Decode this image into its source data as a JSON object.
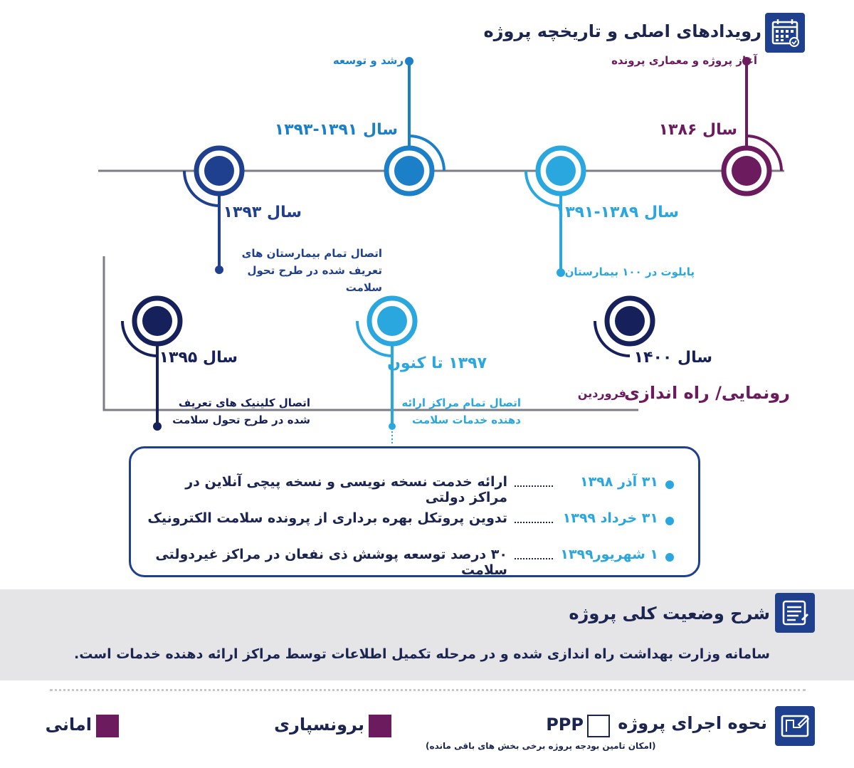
{
  "colors": {
    "navy": "#1b2550",
    "dark_navy": "#16205a",
    "royal": "#1f3f8f",
    "mid_blue": "#1c80c8",
    "sky_blue": "#2aa7df",
    "plum": "#6b1b5e",
    "gray_line": "#7d7d85",
    "band_gray": "#e5e5e7"
  },
  "timeline": {
    "title": "رویدادهای اصلی و تاریخچه پروژه",
    "icon": "calendar-icon",
    "events": [
      {
        "id": "e1386",
        "year": "سال ۱۳۸۶",
        "desc": "آغاز پروژه و معماری پرونده",
        "color": "plum"
      },
      {
        "id": "e1389",
        "year": "سال ۱۳۸۹-۱۳۹۱",
        "desc": "پایلوت در ۱۰۰ بیمارستان",
        "color": "sky_blue"
      },
      {
        "id": "e1391",
        "year": "سال ۱۳۹۱-۱۳۹۳",
        "desc": "رشد و توسعه",
        "color": "mid_blue"
      },
      {
        "id": "e1393",
        "year": "سال ۱۳۹۳",
        "desc": "اتصال تمام بیمارستان های تعریف شده در طرح تحول سلامت",
        "color": "royal"
      },
      {
        "id": "e1395",
        "year": "سال ۱۳۹۵",
        "desc": "اتصال کلینیک های تعریف شده در طرح تحول سلامت",
        "color": "dark_navy"
      },
      {
        "id": "e1397",
        "year": "۱۳۹۷ تا کنون",
        "desc": "اتصال تمام مراکز ارائه دهنده خدمات سلامت",
        "color": "sky_blue"
      },
      {
        "id": "e1400",
        "year": "سال ۱۴۰۰",
        "title": "رونمایی/ راه اندازی",
        "month": "فروردین",
        "color": "dark_navy"
      }
    ]
  },
  "milestones": [
    {
      "date": "۳۱   آذر   ۱۳۹۸",
      "text": "ارائه خدمت نسخه نویسی و نسخه پیچی آنلاین در مراکز دولتی"
    },
    {
      "date": "۳۱ خرداد  ۱۳۹۹",
      "text": "تدوین پروتکل بهره برداری از پرونده سلامت الکترونیک"
    },
    {
      "date": "۱ شهریور۱۳۹۹",
      "text": "۳۰ درصد توسعه پوشش ذی نفعان در مراکز غیردولتی  سلامت"
    }
  ],
  "status": {
    "title": "شرح وضعیت کلی پروژه",
    "icon": "document-icon",
    "body": "سامانه وزارت بهداشت راه اندازی شده و در مرحله تکمیل اطلاعات توسط مراکز ارائه دهنده خدمات است."
  },
  "method": {
    "title": "نحوه اجرای پروژه",
    "icon": "blueprint-icon",
    "options": [
      {
        "label": "PPP",
        "checked": false,
        "note": "(امکان تامین بودجه پروژه برخی بخش های باقی مانده)"
      },
      {
        "label": "برونسپاری",
        "checked": true
      },
      {
        "label": "امانی",
        "checked": true
      }
    ]
  }
}
